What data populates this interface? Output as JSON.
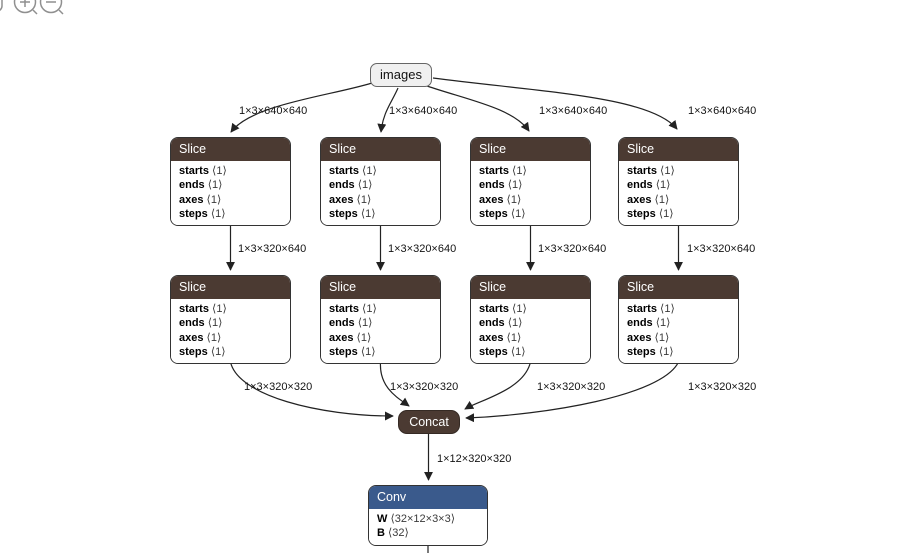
{
  "toolbar": {
    "icons": [
      {
        "name": "cropped-toolbar-icon"
      },
      {
        "name": "zoom-in-icon",
        "glyph": "+"
      },
      {
        "name": "zoom-out-icon",
        "glyph": "−"
      }
    ]
  },
  "graph": {
    "input_node": {
      "label": "images"
    },
    "slice_node": {
      "title": "Slice",
      "attributes": [
        {
          "name": "starts",
          "value": "⟨1⟩"
        },
        {
          "name": "ends",
          "value": "⟨1⟩"
        },
        {
          "name": "axes",
          "value": "⟨1⟩"
        },
        {
          "name": "steps",
          "value": "⟨1⟩"
        }
      ]
    },
    "concat_node": {
      "title": "Concat"
    },
    "conv_node": {
      "title": "Conv",
      "attributes": [
        {
          "name": "W",
          "value": "⟨32×12×3×3⟩"
        },
        {
          "name": "B",
          "value": "⟨32⟩"
        }
      ]
    },
    "edge_labels": {
      "input_to_slice": "1×3×640×640",
      "slice_to_slice": "1×3×320×640",
      "slice_to_concat": "1×3×320×320",
      "concat_to_conv": "1×12×320×320"
    },
    "colors": {
      "slice_header": "#4b3a32",
      "concat_fill": "#4b3a32",
      "conv_header": "#3a5a8c",
      "input_fill": "#f0f0f0",
      "node_border": "#333333",
      "edge": "#222222"
    }
  }
}
